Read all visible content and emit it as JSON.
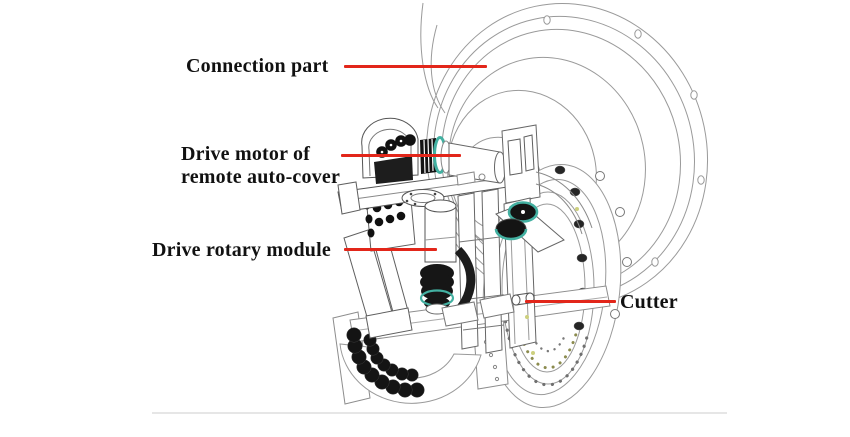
{
  "figure": {
    "annotations": [
      {
        "id": "connection-part",
        "label": "Connection part"
      },
      {
        "id": "drive-motor-of-remote-auto-cover",
        "line1": "Drive motor of",
        "line2": "remote auto-cover"
      },
      {
        "id": "drive-rotary-module",
        "label": "Drive rotary module"
      },
      {
        "id": "cutter",
        "label": "Cutter"
      }
    ],
    "colors": {
      "leader_line": "#e2261a",
      "teal_highlight": "#43b0a1",
      "drawing_line": "#9a9a9a",
      "dark_part": "#1b1b1b",
      "label_text": "#111111",
      "baseline_rule": "#e6e6e6",
      "background": "#ffffff"
    }
  }
}
